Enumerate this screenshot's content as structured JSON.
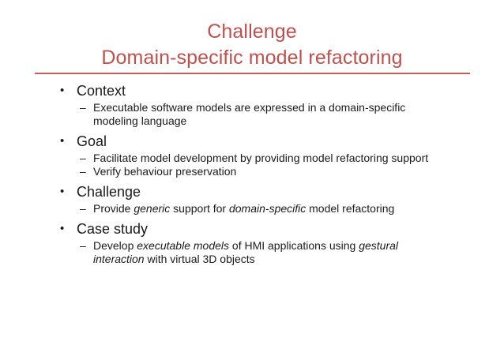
{
  "slide": {
    "background_color": "#ffffff",
    "accent_color": "#c0504d",
    "text_color": "#1a1a1a",
    "title": {
      "line1": "Challenge",
      "line2": "Domain-specific model refactoring"
    },
    "bullet_marker": "•",
    "sub_bullet_marker": "–",
    "content": [
      {
        "heading": "Context",
        "subs": [
          {
            "parts": [
              {
                "text": "Executable software models are expressed in a domain-specific modeling language",
                "italic": false
              }
            ]
          }
        ]
      },
      {
        "heading": "Goal",
        "subs": [
          {
            "parts": [
              {
                "text": "Facilitate model development by providing model refactoring support",
                "italic": false
              }
            ]
          },
          {
            "parts": [
              {
                "text": "Verify behaviour preservation",
                "italic": false
              }
            ]
          }
        ]
      },
      {
        "heading": "Challenge",
        "subs": [
          {
            "parts": [
              {
                "text": "Provide ",
                "italic": false
              },
              {
                "text": "generic",
                "italic": true
              },
              {
                "text": " support for ",
                "italic": false
              },
              {
                "text": "domain-specific",
                "italic": true
              },
              {
                "text": " model refactoring",
                "italic": false
              }
            ]
          }
        ]
      },
      {
        "heading": "Case study",
        "subs": [
          {
            "parts": [
              {
                "text": "Develop ",
                "italic": false
              },
              {
                "text": "executable models",
                "italic": true
              },
              {
                "text": " of HMI applications using ",
                "italic": false
              },
              {
                "text": "gestural interaction",
                "italic": true
              },
              {
                "text": " with virtual 3D objects",
                "italic": false
              }
            ]
          }
        ]
      }
    ]
  }
}
